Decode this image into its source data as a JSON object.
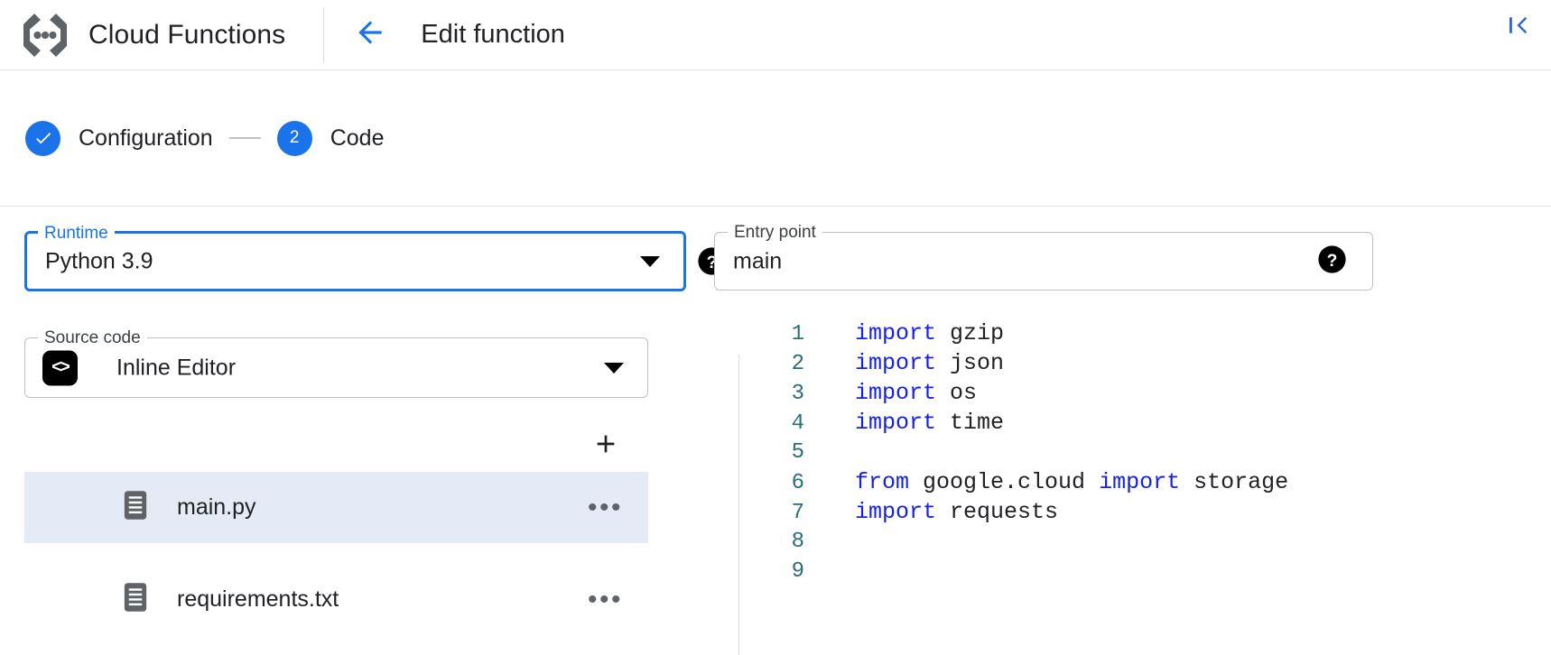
{
  "header": {
    "product_icon": "cloud-functions-icon",
    "product_title": "Cloud Functions",
    "back_icon": "arrow-left-icon",
    "page_title": "Edit function",
    "collapse_icon": "collapse-panel-icon",
    "accent_color": "#1a73e8"
  },
  "stepper": {
    "steps": [
      {
        "marker": "✓",
        "label": "Configuration",
        "state": "completed"
      },
      {
        "marker": "2",
        "label": "Code",
        "state": "active"
      }
    ]
  },
  "form": {
    "runtime": {
      "legend": "Runtime",
      "value": "Python 3.9",
      "focused": true,
      "dropdown_icon": "chevron-down-icon",
      "help_icon": "help-icon"
    },
    "entry_point": {
      "legend": "Entry point",
      "value": "main",
      "help_icon": "help-icon"
    },
    "source_code": {
      "legend": "Source code",
      "value": "Inline Editor",
      "leading_icon": "code-brackets-icon",
      "leading_icon_glyph": "<>",
      "dropdown_icon": "chevron-down-icon"
    }
  },
  "files": {
    "add_icon": "add-file-icon",
    "add_label": "+",
    "menu_glyph": "•••",
    "items": [
      {
        "name": "main.py",
        "icon": "file-icon",
        "selected": true
      },
      {
        "name": "requirements.txt",
        "icon": "file-icon",
        "selected": false
      }
    ],
    "selected_bg": "#e5eaf7"
  },
  "editor": {
    "language": "python",
    "line_number_color": "#2a6e7a",
    "keyword_color": "#1621e8",
    "lines": [
      {
        "n": "1",
        "tokens": [
          {
            "t": "import",
            "c": "kw"
          },
          {
            "t": " gzip",
            "c": "id"
          }
        ]
      },
      {
        "n": "2",
        "tokens": [
          {
            "t": "import",
            "c": "kw"
          },
          {
            "t": " json",
            "c": "id"
          }
        ]
      },
      {
        "n": "3",
        "tokens": [
          {
            "t": "import",
            "c": "kw"
          },
          {
            "t": " os",
            "c": "id"
          }
        ]
      },
      {
        "n": "4",
        "tokens": [
          {
            "t": "import",
            "c": "kw"
          },
          {
            "t": " time",
            "c": "id"
          }
        ]
      },
      {
        "n": "5",
        "tokens": []
      },
      {
        "n": "6",
        "tokens": [
          {
            "t": "from",
            "c": "kw"
          },
          {
            "t": " google.cloud ",
            "c": "id"
          },
          {
            "t": "import",
            "c": "kw"
          },
          {
            "t": " storage",
            "c": "id"
          }
        ]
      },
      {
        "n": "7",
        "tokens": [
          {
            "t": "import",
            "c": "kw"
          },
          {
            "t": " requests",
            "c": "id"
          }
        ]
      },
      {
        "n": "8",
        "tokens": []
      },
      {
        "n": "9",
        "tokens": []
      }
    ]
  }
}
